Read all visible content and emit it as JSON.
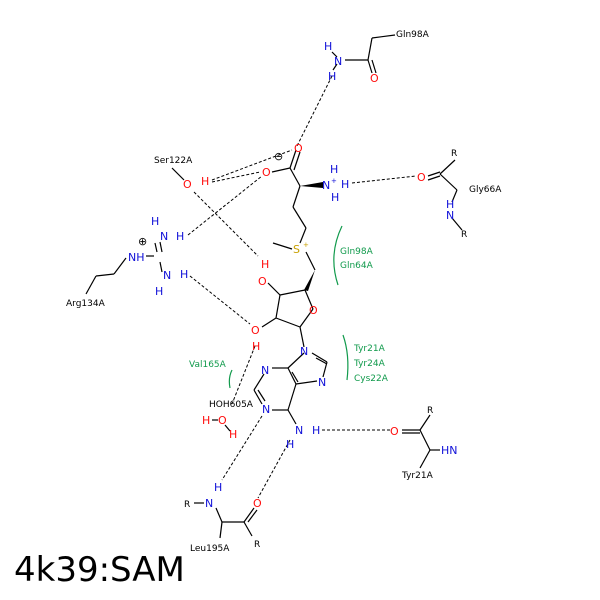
{
  "title": "4k39:SAM",
  "colors": {
    "oxygen": "#ff0d0d",
    "nitrogen": "#1010d8",
    "sulfur": "#c8a000",
    "hydrophobic": "#119a4c",
    "carbon": "#000000"
  },
  "atoms": {
    "O": "O",
    "N": "N",
    "H": "H",
    "NH": "NH",
    "HN": "HN",
    "S": "S",
    "R": "R",
    "plus": "+",
    "minus": "⊖",
    "oplus": "⊕"
  },
  "residues": {
    "gln98": "Gln98A",
    "ser122": "Ser122A",
    "gly66": "Gly66A",
    "arg134": "Arg134A",
    "val165": "Val165A",
    "hoh605": "HOH605A",
    "tyr21": "Tyr21A",
    "leu195": "Leu195A"
  },
  "hydrophobic_groups": {
    "group1": [
      "Gln98A",
      "Gln64A"
    ],
    "group2": [
      "Tyr21A",
      "Tyr24A",
      "Cys22A"
    ],
    "group3": [
      "Val165A"
    ]
  }
}
